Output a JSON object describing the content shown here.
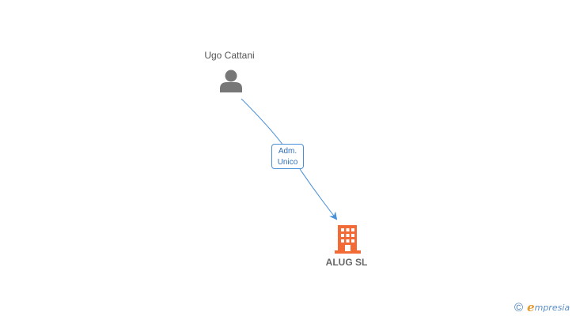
{
  "nodes": {
    "person": {
      "name": "Ugo Cattani",
      "icon": "person-icon"
    },
    "company": {
      "name": "ALUG SL",
      "icon": "building-icon"
    }
  },
  "edge": {
    "label_line1": "Adm.",
    "label_line2": "Unico",
    "color": "#4a90d9"
  },
  "watermark": {
    "copyright": "©",
    "brand_initial": "e",
    "brand_rest": "mpresia"
  },
  "colors": {
    "person_icon": "#777777",
    "company_icon": "#f26a35",
    "edge": "#4a90d9",
    "brand_accent": "#e89a2e"
  }
}
